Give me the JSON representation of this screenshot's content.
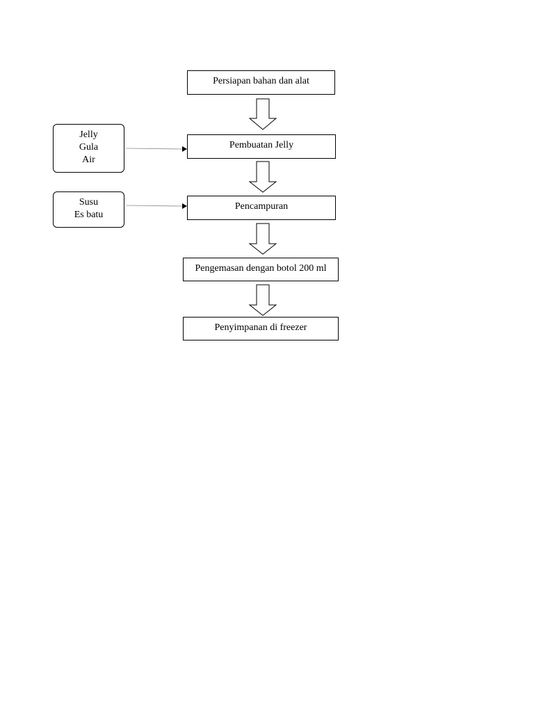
{
  "flowchart": {
    "steps": [
      {
        "label": "Persiapan bahan dan alat"
      },
      {
        "label": "Pembuatan Jelly"
      },
      {
        "label": "Pencampuran"
      },
      {
        "label": "Pengemasan dengan botol 200 ml"
      },
      {
        "label": "Penyimpanan di freezer"
      }
    ],
    "inputs": [
      {
        "target_step": 2,
        "lines": [
          "Jelly",
          "Gula",
          "Air"
        ]
      },
      {
        "target_step": 3,
        "lines": [
          "Susu",
          "Es batu"
        ]
      }
    ]
  },
  "colors": {
    "stroke": "#000000",
    "connector": "#888888",
    "background": "#ffffff"
  }
}
